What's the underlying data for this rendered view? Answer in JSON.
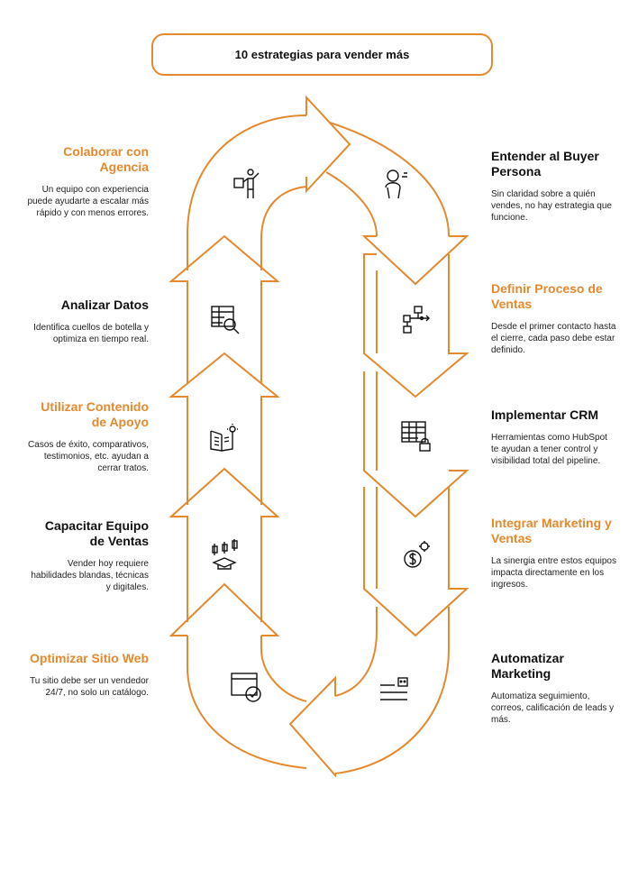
{
  "title": "10 estrategias para vender más",
  "colors": {
    "accent": "#e4892e",
    "text": "#111111"
  },
  "steps": [
    {
      "id": "entender-buyer-persona",
      "title": "Entender al Buyer Persona",
      "desc": "Sin claridad sobre a quién vendes, no hay estrategia que funcione.",
      "icon": "person-head-icon",
      "title_color": "dark"
    },
    {
      "id": "definir-proceso-ventas",
      "title": "Definir Proceso de Ventas",
      "desc": "Desde el primer contacto hasta el cierre, cada paso debe estar definido.",
      "icon": "workflow-icon",
      "title_color": "orange"
    },
    {
      "id": "implementar-crm",
      "title": "Implementar CRM",
      "desc": "Herramientas como HubSpot te ayudan a tener control y visibilidad total del pipeline.",
      "icon": "table-lock-icon",
      "title_color": "dark"
    },
    {
      "id": "integrar-marketing-ventas",
      "title": "Integrar Marketing y Ventas",
      "desc": "La sinergia entre estos equipos impacta directamente en los ingresos.",
      "icon": "money-gear-icon",
      "title_color": "orange"
    },
    {
      "id": "automatizar-marketing",
      "title": "Automatizar Marketing",
      "desc": "Automatiza seguimiento, correos, calificación de leads y más.",
      "icon": "bot-list-icon",
      "title_color": "dark"
    },
    {
      "id": "optimizar-sitio-web",
      "title": "Optimizar Sitio Web",
      "desc": "Tu sitio debe ser un vendedor 24/7, no solo un catálogo.",
      "icon": "browser-check-icon",
      "title_color": "orange"
    },
    {
      "id": "capacitar-equipo",
      "title": "Capacitar Equipo de Ventas",
      "desc": "Vender hoy requiere habilidades blandas, técnicas y digitales.",
      "icon": "graduation-chart-icon",
      "title_color": "dark"
    },
    {
      "id": "utilizar-contenido",
      "title": "Utilizar Contenido de Apoyo",
      "desc": "Casos de éxito, comparativos, testimonios, etc. ayudan a cerrar tratos.",
      "icon": "book-bulb-icon",
      "title_color": "orange"
    },
    {
      "id": "analizar-datos",
      "title": "Analizar Datos",
      "desc": "Identifica cuellos de botella y optimiza en tiempo real.",
      "icon": "table-search-icon",
      "title_color": "dark"
    },
    {
      "id": "colaborar-agencia",
      "title": "Colaborar con Agencia",
      "desc": "Un equipo con experiencia puede ayudarte a escalar más rápido y con menos errores.",
      "icon": "presenter-icon",
      "title_color": "orange"
    }
  ]
}
